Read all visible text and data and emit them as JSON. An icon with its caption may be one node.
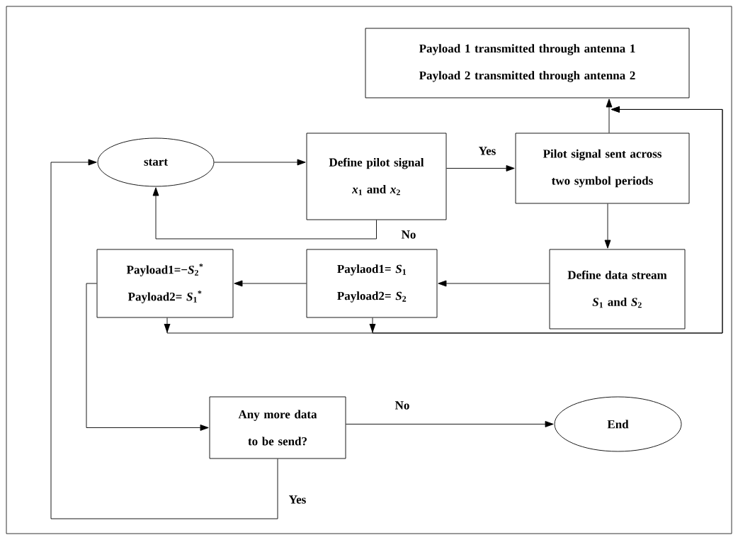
{
  "diagram": {
    "nodes": [
      {
        "text": [
          "Payload 1 transmitted through antenna 1",
          "Payload 2 transmitted through antenna 2"
        ]
      },
      {
        "text": [
          "start"
        ]
      },
      {
        "text": [
          "Define pilot signal",
          "*x*$_{1}$ and *x*$_{2}$"
        ]
      },
      {
        "text": [
          "Pilot signal sent across two symbol periods"
        ]
      },
      {
        "text": [
          "Payload1=−*S*$_{2}$$^{*}$",
          "Payload2= *S*$_{1}$$^{*}$"
        ]
      },
      {
        "text": [
          "Paylaod1= *S*$_{1}$",
          "Payload2= *S*$_{2}$"
        ]
      },
      {
        "text": [
          "Define data stream",
          "*S*$_{1}$ and *S*$_{2}$"
        ]
      },
      {
        "text": [
          "Any more data to be send?"
        ]
      },
      {
        "text": [
          "End"
        ]
      }
    ],
    "edges": [
      {
        "from": 1,
        "to": 2,
        "arrow": "to"
      },
      {
        "from": 2,
        "to": 3,
        "arrow": "to",
        "label": "Yes"
      },
      {
        "from": 2,
        "to": 1,
        "arrow": "to",
        "label": "No"
      },
      {
        "from": 3,
        "to": 0,
        "arrow": "to"
      },
      {
        "from": 3,
        "to": 6,
        "arrow": "to"
      },
      {
        "from": 6,
        "to": 5,
        "arrow": "to"
      },
      {
        "from": 5,
        "to": 4,
        "arrow": "to"
      },
      {
        "from": 4,
        "to": 0,
        "arrow": "to"
      },
      {
        "from": 5,
        "to": 0,
        "arrow": "to"
      },
      {
        "from": 4,
        "to": 7,
        "arrow": "to"
      },
      {
        "from": 7,
        "to": 8,
        "arrow": "to",
        "label": "No"
      },
      {
        "from": 7,
        "to": 1,
        "arrow": "to",
        "label": "Yes"
      }
    ]
  }
}
